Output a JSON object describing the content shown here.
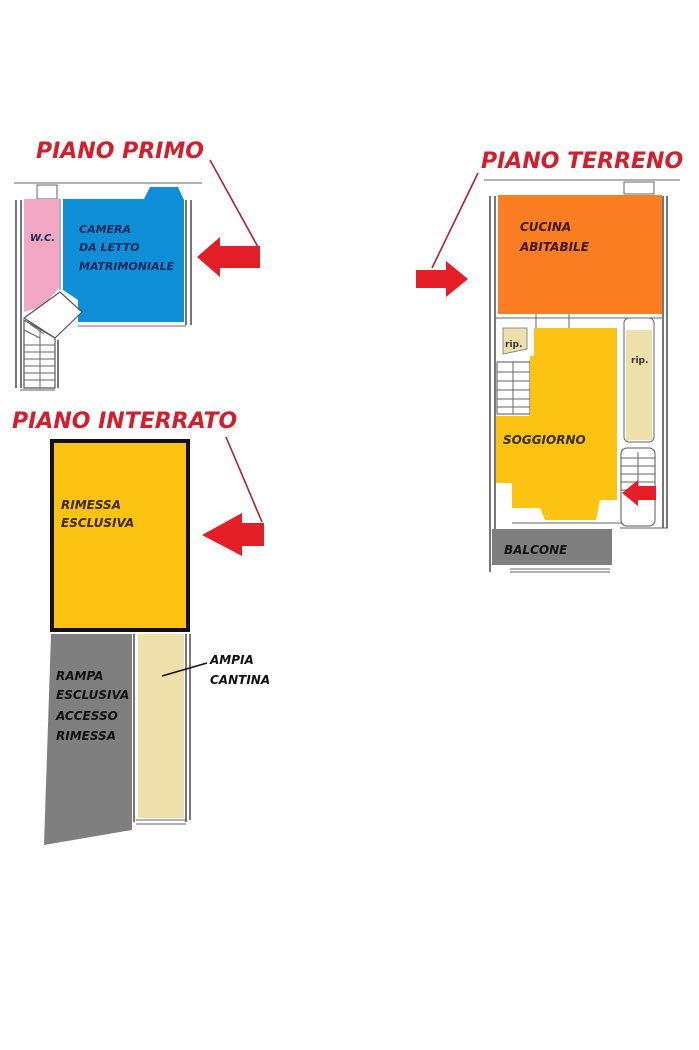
{
  "colors": {
    "title_red": "#d21f2b",
    "arrow_red": "#e41e26",
    "bedroom_blue": "#0f8fd8",
    "wc_pink": "#f2a7c3",
    "kitchen_orange": "#fb7e22",
    "living_yellow": "#fdc313",
    "storage_beige": "#ede0ab",
    "grey_area": "#7f7f7f"
  },
  "floors": {
    "primo": {
      "title": "PIANO PRIMO",
      "rooms": {
        "wc": "W.C.",
        "camera_line1": "CAMERA",
        "camera_line2": "DA LETTO",
        "camera_line3": "MATRIMONIALE"
      }
    },
    "terreno": {
      "title": "PIANO TERRENO",
      "rooms": {
        "cucina_line1": "CUCINA",
        "cucina_line2": "ABITABILE",
        "rip_left": "rip.",
        "rip_right": "rip.",
        "soggiorno": "SOGGIORNO",
        "balcone": "BALCONE"
      }
    },
    "interrato": {
      "title": "PIANO INTERRATO",
      "rooms": {
        "rimessa_line1": "RIMESSA",
        "rimessa_line2": "ESCLUSIVA",
        "rampa_line1": "RAMPA",
        "rampa_line2": "ESCLUSIVA",
        "rampa_line3": "ACCESSO",
        "rampa_line4": "RIMESSA",
        "cantina_line1": "AMPIA",
        "cantina_line2": "CANTINA"
      }
    }
  }
}
